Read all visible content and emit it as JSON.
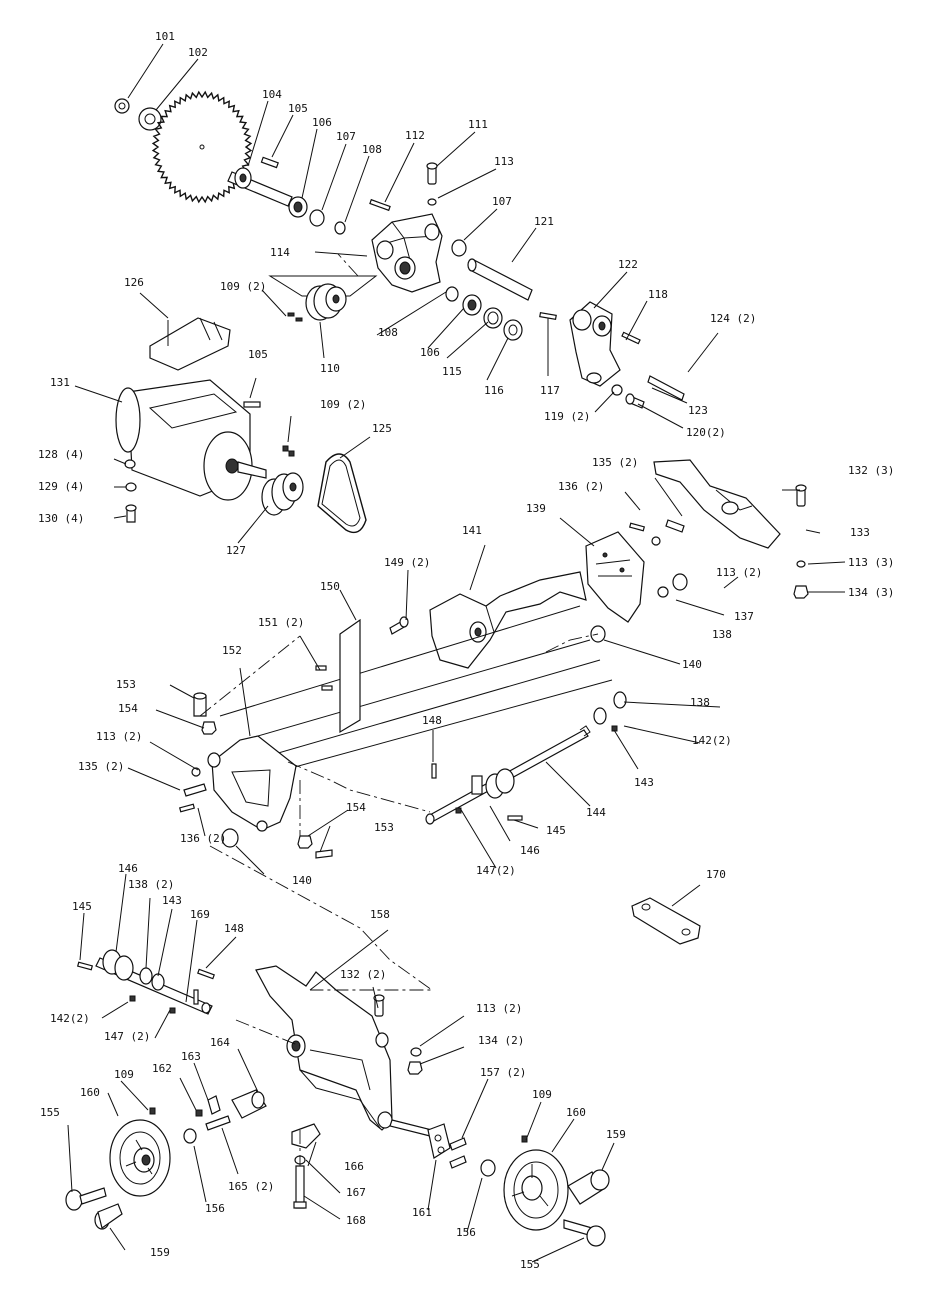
{
  "diagram": {
    "labels": [
      {
        "id": "l101",
        "text": "101"
      },
      {
        "id": "l102",
        "text": "102"
      },
      {
        "id": "l104",
        "text": "104"
      },
      {
        "id": "l105a",
        "text": "105"
      },
      {
        "id": "l106a",
        "text": "106"
      },
      {
        "id": "l107a",
        "text": "107"
      },
      {
        "id": "l108a",
        "text": "108"
      },
      {
        "id": "l112",
        "text": "112"
      },
      {
        "id": "l111",
        "text": "111"
      },
      {
        "id": "l113a",
        "text": "113"
      },
      {
        "id": "l107b",
        "text": "107"
      },
      {
        "id": "l121",
        "text": "121"
      },
      {
        "id": "l114",
        "text": "114"
      },
      {
        "id": "l109a",
        "text": "109 (2)"
      },
      {
        "id": "l110",
        "text": "110"
      },
      {
        "id": "l108b",
        "text": "108"
      },
      {
        "id": "l106b",
        "text": "106"
      },
      {
        "id": "l115",
        "text": "115"
      },
      {
        "id": "l116",
        "text": "116"
      },
      {
        "id": "l117",
        "text": "117"
      },
      {
        "id": "l122",
        "text": "122"
      },
      {
        "id": "l118",
        "text": "118"
      },
      {
        "id": "l124",
        "text": "124 (2)"
      },
      {
        "id": "l123",
        "text": "123"
      },
      {
        "id": "l119",
        "text": "119 (2)"
      },
      {
        "id": "l120",
        "text": "120(2)"
      },
      {
        "id": "l126",
        "text": "126"
      },
      {
        "id": "l131",
        "text": "131"
      },
      {
        "id": "l105b",
        "text": "105"
      },
      {
        "id": "l109b",
        "text": "109 (2)"
      },
      {
        "id": "l125",
        "text": "125"
      },
      {
        "id": "l128",
        "text": "128 (4)"
      },
      {
        "id": "l129",
        "text": "129 (4)"
      },
      {
        "id": "l130",
        "text": "130 (4)"
      },
      {
        "id": "l127",
        "text": "127"
      },
      {
        "id": "l135a",
        "text": "135 (2)"
      },
      {
        "id": "l132a",
        "text": "132 (3)"
      },
      {
        "id": "l136a",
        "text": "136 (2)"
      },
      {
        "id": "l133",
        "text": "133"
      },
      {
        "id": "l139",
        "text": "139"
      },
      {
        "id": "l141",
        "text": "141"
      },
      {
        "id": "l113b",
        "text": "113 (2)"
      },
      {
        "id": "l113c",
        "text": "113 (3)"
      },
      {
        "id": "l134a",
        "text": "134 (3)"
      },
      {
        "id": "l137",
        "text": "137"
      },
      {
        "id": "l149",
        "text": "149 (2)"
      },
      {
        "id": "l150",
        "text": "150"
      },
      {
        "id": "l138a",
        "text": "138"
      },
      {
        "id": "l151",
        "text": "151 (2)"
      },
      {
        "id": "l140a",
        "text": "140"
      },
      {
        "id": "l152",
        "text": "152"
      },
      {
        "id": "l153a",
        "text": "153"
      },
      {
        "id": "l138b",
        "text": "138"
      },
      {
        "id": "l154a",
        "text": "154"
      },
      {
        "id": "l142a",
        "text": "142(2)"
      },
      {
        "id": "l113d",
        "text": "113 (2)"
      },
      {
        "id": "l148a",
        "text": "148"
      },
      {
        "id": "l143a",
        "text": "143"
      },
      {
        "id": "l135b",
        "text": "135 (2)"
      },
      {
        "id": "l144",
        "text": "144"
      },
      {
        "id": "l145a",
        "text": "145"
      },
      {
        "id": "l136b",
        "text": "136 (2)"
      },
      {
        "id": "l154b",
        "text": "154"
      },
      {
        "id": "l153b",
        "text": "153"
      },
      {
        "id": "l146a",
        "text": "146"
      },
      {
        "id": "l147a",
        "text": "147(2)"
      },
      {
        "id": "l140b",
        "text": "140"
      },
      {
        "id": "l170",
        "text": "170"
      },
      {
        "id": "l146b",
        "text": "146"
      },
      {
        "id": "l138c",
        "text": "138 (2)"
      },
      {
        "id": "l145b",
        "text": "145"
      },
      {
        "id": "l143b",
        "text": "143"
      },
      {
        "id": "l169",
        "text": "169"
      },
      {
        "id": "l148b",
        "text": "148"
      },
      {
        "id": "l158",
        "text": "158"
      },
      {
        "id": "l132b",
        "text": "132 (2)"
      },
      {
        "id": "l142b",
        "text": "142(2)"
      },
      {
        "id": "l113e",
        "text": "113 (2)"
      },
      {
        "id": "l147b",
        "text": "147 (2)"
      },
      {
        "id": "l134b",
        "text": "134 (2)"
      },
      {
        "id": "l164",
        "text": "164"
      },
      {
        "id": "l163",
        "text": "163"
      },
      {
        "id": "l162",
        "text": "162"
      },
      {
        "id": "l157",
        "text": "157 (2)"
      },
      {
        "id": "l109c",
        "text": "109"
      },
      {
        "id": "l160a",
        "text": "160"
      },
      {
        "id": "l109d",
        "text": "109"
      },
      {
        "id": "l160b",
        "text": "160"
      },
      {
        "id": "l155a",
        "text": "155"
      },
      {
        "id": "l159a",
        "text": "159"
      },
      {
        "id": "l165",
        "text": "165 (2)"
      },
      {
        "id": "l166",
        "text": "166"
      },
      {
        "id": "l156a",
        "text": "156"
      },
      {
        "id": "l167",
        "text": "167"
      },
      {
        "id": "l168",
        "text": "168"
      },
      {
        "id": "l161",
        "text": "161"
      },
      {
        "id": "l156b",
        "text": "156"
      },
      {
        "id": "l159b",
        "text": "159"
      },
      {
        "id": "l155b",
        "text": "155"
      }
    ]
  }
}
